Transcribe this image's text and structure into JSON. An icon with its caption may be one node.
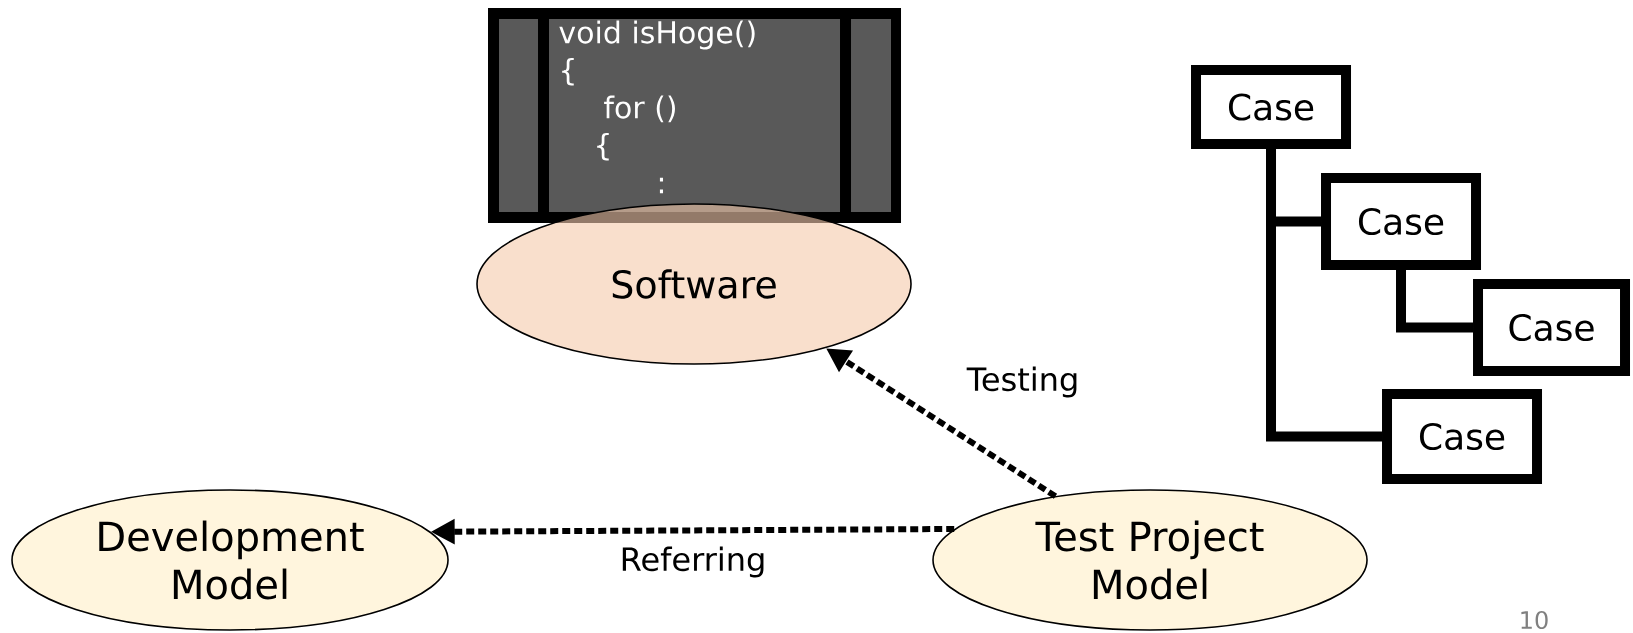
{
  "diagram": {
    "nodes": [
      {
        "text": [
          "void isHoge()",
          "{",
          "for ()",
          "{",
          ":"
        ]
      },
      {
        "text": [
          "Software"
        ]
      },
      {
        "text": [
          "Case"
        ]
      },
      {
        "text": [
          "Case"
        ]
      },
      {
        "text": [
          "Case"
        ]
      },
      {
        "text": [
          "Case"
        ]
      },
      {
        "text": [
          "Development Model"
        ]
      },
      {
        "text": [
          "Test Project Model"
        ]
      }
    ],
    "edges": [
      {
        "from": 7,
        "to": 1,
        "arrow": "to",
        "label": "Testing",
        "style": "dashed"
      },
      {
        "from": 7,
        "to": 6,
        "arrow": "to",
        "label": "Referring",
        "style": "dashed"
      },
      {
        "from": 2,
        "to": 3,
        "arrow": "none"
      },
      {
        "from": 2,
        "to": 5,
        "arrow": "none"
      },
      {
        "from": 3,
        "to": 4,
        "arrow": "none"
      }
    ],
    "labels": [
      "10"
    ]
  }
}
